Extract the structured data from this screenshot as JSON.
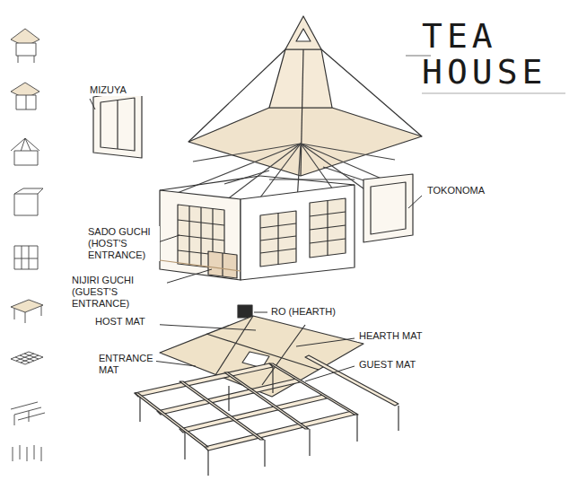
{
  "diagram": {
    "title": "TEA HOUSE",
    "labels": [
      "MIZUYA",
      "TOKONOMA",
      "SADO GUCHI (HOST'S ENTRANCE)",
      "NIJIRI GUCHI (GUEST'S ENTRANCE)",
      "RO (HEARTH)",
      "HOST MAT",
      "HEARTH MAT",
      "ENTRANCE MAT",
      "GUEST MAT"
    ]
  }
}
